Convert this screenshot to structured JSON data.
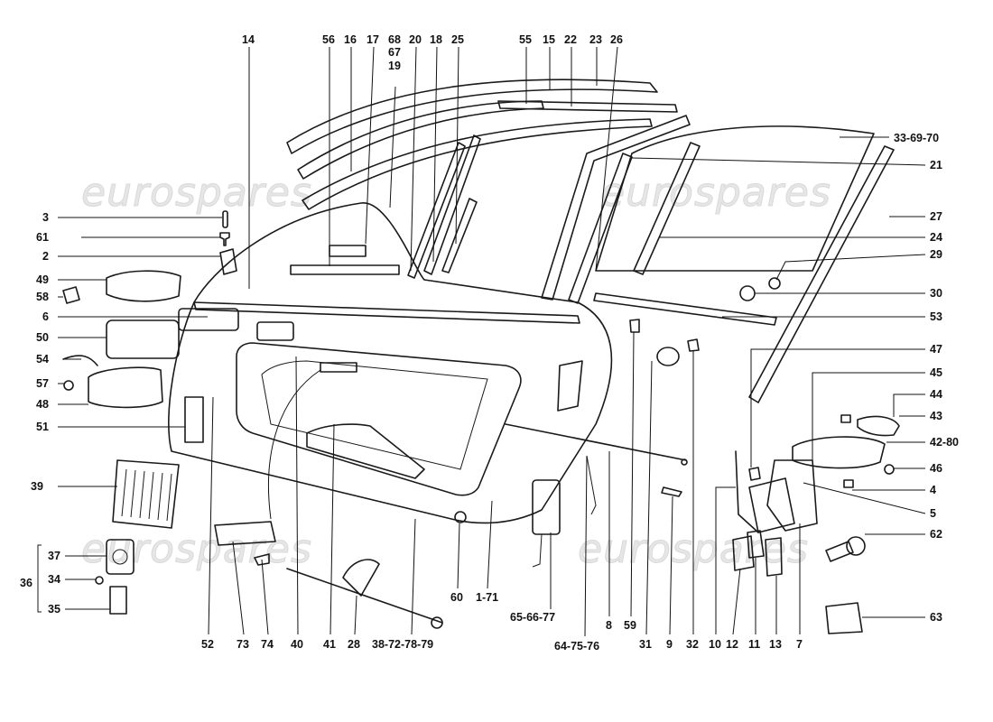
{
  "watermark": "eurospares",
  "labels": {
    "l14": "14",
    "l56": "56",
    "l16": "16",
    "l17": "17",
    "l68": "68",
    "l67": "67",
    "l19": "19",
    "l20": "20",
    "l18": "18",
    "l25": "25",
    "l55": "55",
    "l15": "15",
    "l22": "22",
    "l23": "23",
    "l26": "26",
    "l33": "33-69-70",
    "l21": "21",
    "l27": "27",
    "l24": "24",
    "l29": "29",
    "l30": "30",
    "l53": "53",
    "l47": "47",
    "l45": "45",
    "l44": "44",
    "l43": "43",
    "l42": "42-80",
    "l46": "46",
    "l4": "4",
    "l5": "5",
    "l62": "62",
    "l63": "63",
    "l3": "3",
    "l61": "61",
    "l2": "2",
    "l49": "49",
    "l58": "58",
    "l6": "6",
    "l50": "50",
    "l54": "54",
    "l57": "57",
    "l48": "48",
    "l51": "51",
    "l39": "39",
    "l37": "37",
    "l36": "36",
    "l34": "34",
    "l35": "35",
    "b52": "52",
    "b73": "73",
    "b74": "74",
    "b40": "40",
    "b41": "41",
    "b28": "28",
    "b38": "38-72-78-79",
    "b60": "60",
    "b171": "1-71",
    "b65": "65-66-77",
    "b64": "64-75-76",
    "b8": "8",
    "b59": "59",
    "b31": "31",
    "b9": "9",
    "b32": "32",
    "b10": "10",
    "b12": "12",
    "b11": "11",
    "b13": "13",
    "b7": "7"
  }
}
